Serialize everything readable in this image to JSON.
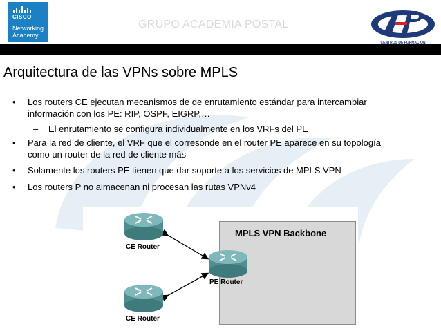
{
  "header": {
    "title": "GRUPO ACADEMIA POSTAL",
    "cisco_logo": {
      "word": "CISCO",
      "line1": "Networking",
      "line2": "Academy"
    },
    "right_logo": {
      "caption": "CENTROS DE FORMACIÓN",
      "icon": "centros-de-formacion-logo"
    }
  },
  "slide": {
    "title": "Arquitectura de las VPNs sobre MPLS",
    "bullets": [
      {
        "marker": "•",
        "line1": "Los routers CE ejecutan mecanismos de de enrutamiento estándar para intercambiar",
        "line2": "información con los PE: RIP, OSPF, EIGRP,…"
      },
      {
        "marker": "–",
        "text": "El enrutamiento se configura individualmente en los VRFs del PE"
      },
      {
        "marker": "•",
        "line1": "Para la red de cliente, el VRF que el corresonde en el router PE aparece en su topología",
        "line2": "como un router de la red de cliente más"
      },
      {
        "marker": "•",
        "text": "Solamente los routers PE tienen que dar soporte a los servicios de MPLS VPN"
      },
      {
        "marker": "•",
        "text": "Los routers P no almacenan ni procesan las rutas VPNv4"
      }
    ]
  },
  "diagram": {
    "backbone_label": "MPLS VPN Backbone",
    "routers": [
      {
        "label": "CE Router",
        "icon": "router-icon"
      },
      {
        "label": "PE Router",
        "icon": "router-icon"
      },
      {
        "label": "CE Router",
        "icon": "router-icon"
      }
    ]
  },
  "colors": {
    "cisco_blue": "#1b80c4",
    "band": "#000000",
    "backbone_fill": "#d8d8d8",
    "router_teal": "#5e9ea0"
  }
}
